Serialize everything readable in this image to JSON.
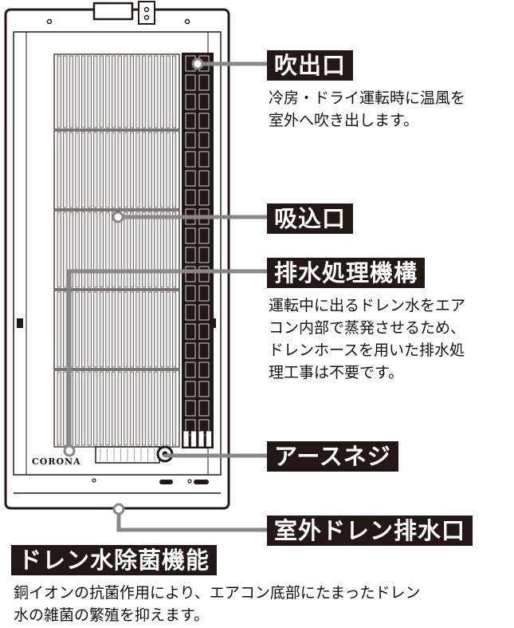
{
  "brand": "CORONA",
  "labels": {
    "outlet": "吹出口",
    "inlet": "吸込口",
    "drain_mechanism": "排水処理機構",
    "earth_screw": "アースネジ",
    "outdoor_drain": "室外ドレン排水口",
    "sterilization": "ドレン水除菌機能"
  },
  "descriptions": {
    "outlet": [
      "冷房・ドライ運転時に温風を",
      "室外へ吹き出します。"
    ],
    "drain_mechanism": [
      "運転中に出るドレン水をエア",
      "コン内部で蒸発させるため、",
      "ドレンホースを用いた排水処",
      "理工事は不要です。"
    ],
    "sterilization": [
      "銅イオンの抗菌作用により、エアコン底部にたまったドレン",
      "水の雑菌の繁殖を抑えます。"
    ]
  },
  "colors": {
    "label_bg": "#231815",
    "label_text": "#ffffff",
    "outline": "#231815",
    "leader": "#888888"
  }
}
